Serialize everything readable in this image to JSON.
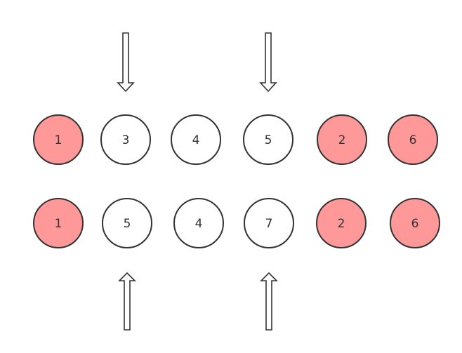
{
  "rows": [
    {
      "nodes": [
        {
          "label": "1",
          "highlight": true
        },
        {
          "label": "3",
          "highlight": false
        },
        {
          "label": "4",
          "highlight": false
        },
        {
          "label": "5",
          "highlight": false
        },
        {
          "label": "2",
          "highlight": true
        },
        {
          "label": "6",
          "highlight": true
        }
      ]
    },
    {
      "nodes": [
        {
          "label": "1",
          "highlight": true
        },
        {
          "label": "5",
          "highlight": false
        },
        {
          "label": "4",
          "highlight": false
        },
        {
          "label": "7",
          "highlight": false
        },
        {
          "label": "2",
          "highlight": true
        },
        {
          "label": "6",
          "highlight": true
        }
      ]
    }
  ],
  "pointers": {
    "top": {
      "direction": "down",
      "target_indices": [
        1,
        3
      ]
    },
    "bottom": {
      "direction": "up",
      "target_indices": [
        1,
        3
      ]
    }
  },
  "colors": {
    "highlight": "#ff9999",
    "normal": "#ffffff",
    "stroke": "#333333"
  }
}
